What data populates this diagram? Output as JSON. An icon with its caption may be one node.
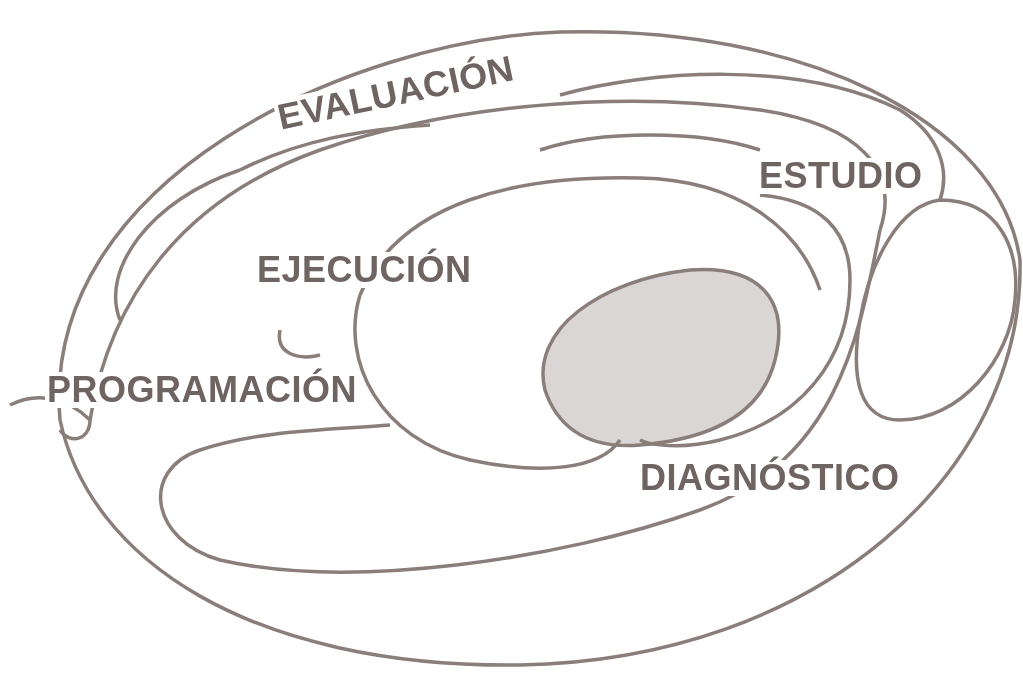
{
  "diagram": {
    "labels": [
      "EVALUACIÓN",
      "ESTUDIO",
      "EJECUCIÓN",
      "PROGRAMACIÓN",
      "DIAGNÓSTICO"
    ]
  }
}
